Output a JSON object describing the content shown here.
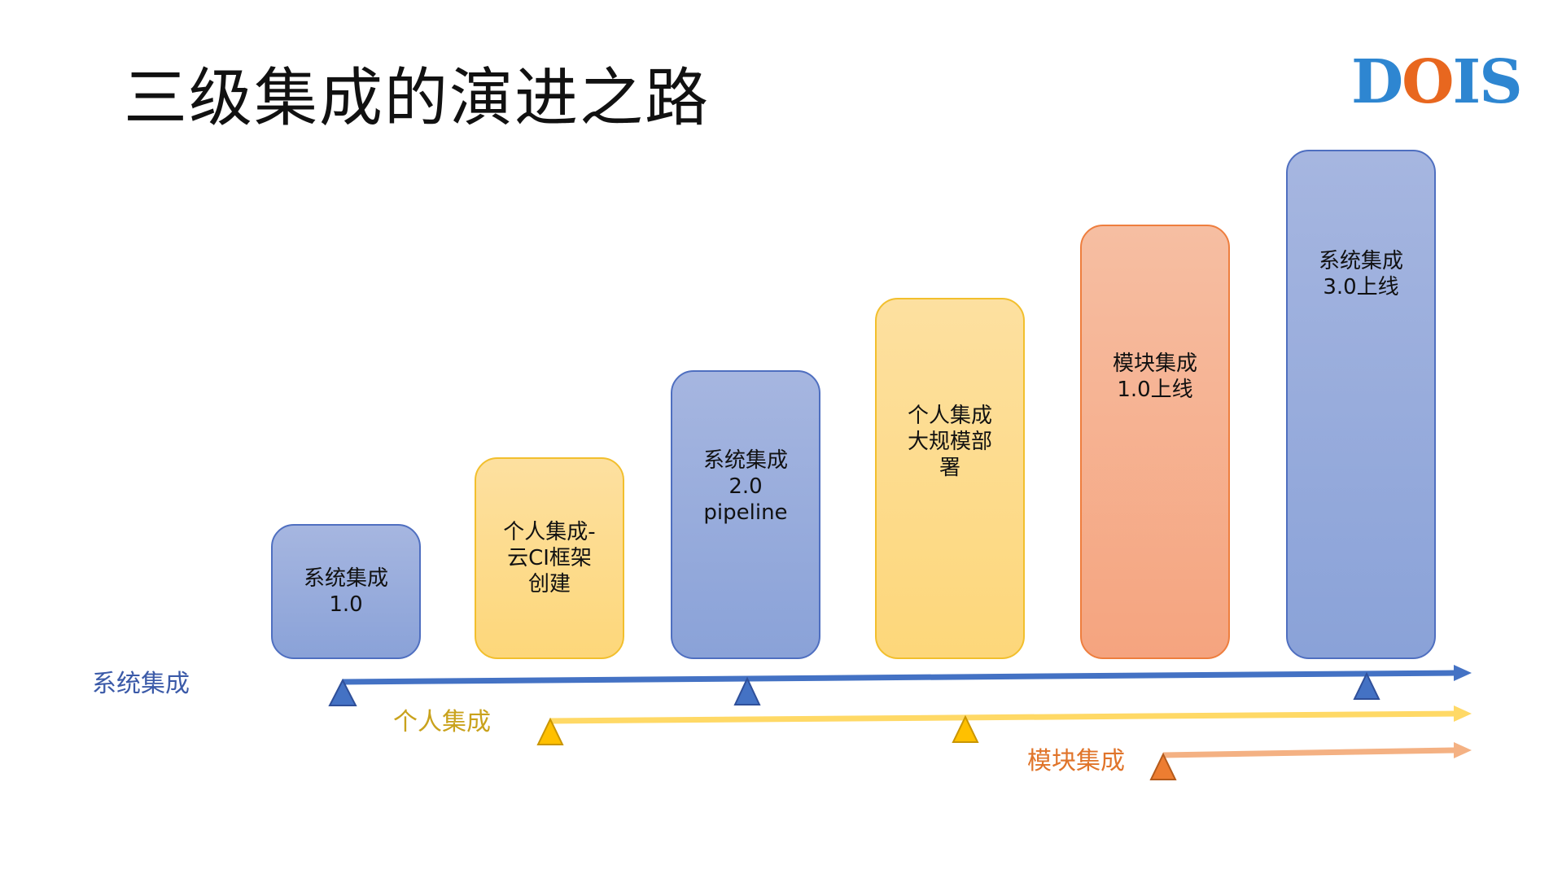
{
  "title": "三级集成的演进之路",
  "logo": {
    "part1": "D",
    "part2": "O",
    "part3": "IS"
  },
  "stages": [
    {
      "line1": "系统集成",
      "line2": "1.0",
      "line3": "",
      "track": "system"
    },
    {
      "line1": "个人集成-",
      "line2": "云CI框架",
      "line3": "创建",
      "track": "personal"
    },
    {
      "line1": "系统集成",
      "line2": "2.0",
      "line3": "pipeline",
      "track": "system"
    },
    {
      "line1": "个人集成",
      "line2": "大规模部",
      "line3": "署",
      "track": "personal"
    },
    {
      "line1": "模块集成",
      "line2": "1.0上线",
      "line3": "",
      "track": "module"
    },
    {
      "line1": "系统集成",
      "line2": "3.0上线",
      "line3": "",
      "track": "system"
    }
  ],
  "tracks": {
    "system": {
      "label": "系统集成",
      "color": "#4472c4",
      "labelColor": "#3b5aa8"
    },
    "personal": {
      "label": "个人集成",
      "color": "#ffd966",
      "labelColor": "#c9a21c"
    },
    "module": {
      "label": "模块集成",
      "color": "#f4b183",
      "labelColor": "#e0742a"
    }
  }
}
